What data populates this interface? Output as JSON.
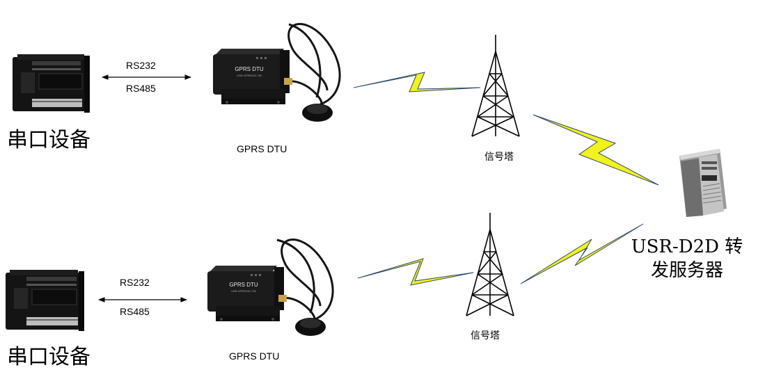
{
  "device_label_top": "串口设备",
  "device_label_bottom": "串口设备",
  "rs232_top": "RS232",
  "rs485_top": "RS485",
  "rs232_bottom": "RS232",
  "rs485_bottom": "RS485",
  "dtu_label_top": "GPRS DTU",
  "dtu_label_bottom": "GPRS DTU",
  "tower_label_top": "信号塔",
  "tower_label_bottom": "信号塔",
  "server_label": {
    "line1": "USR-D2D 转",
    "line2": "发服务器"
  },
  "dtu_face": {
    "brand": "GPRS DTU",
    "model": "USR-GPRS232-730"
  },
  "colors": {
    "lightning_fill": "#f2f21c",
    "lightning_edge": "#2c4a6a",
    "device_body": "#121212",
    "dtu_body": "#1b1b1b",
    "server_body": "#bcbcbc"
  }
}
